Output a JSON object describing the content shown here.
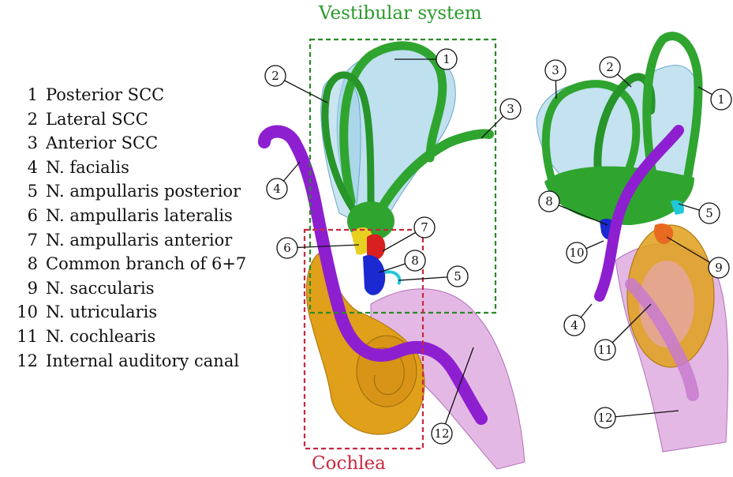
{
  "legend": [
    {
      "num": "1",
      "text": "Posterior SCC"
    },
    {
      "num": "2",
      "text": "Lateral SCC"
    },
    {
      "num": "3",
      "text": "Anterior SCC"
    },
    {
      "num": "4",
      "text": "N. facialis"
    },
    {
      "num": "5",
      "text": "N. ampullaris posterior"
    },
    {
      "num": "6",
      "text": "N. ampullaris lateralis"
    },
    {
      "num": "7",
      "text": "N. ampullaris anterior"
    },
    {
      "num": "8",
      "text": "Common branch of 6+7"
    },
    {
      "num": "9",
      "text": "N. saccularis"
    },
    {
      "num": "10",
      "text": "N. utricularis"
    },
    {
      "num": "11",
      "text": "N. cochlearis"
    },
    {
      "num": "12",
      "text": "Internal auditory canal"
    }
  ],
  "labels": {
    "vestibular_system": "Vestibular system",
    "cochlea": "Cochlea"
  },
  "callouts_left": [
    "1",
    "2",
    "3",
    "4",
    "5",
    "6",
    "7",
    "8",
    "12"
  ],
  "callouts_right": [
    "1",
    "2",
    "3",
    "4",
    "5",
    "8",
    "9",
    "10",
    "11",
    "12"
  ],
  "colors": {
    "vestibular_box": "#2a8a2a",
    "cochlea_box": "#c8283f",
    "scc_green": "#2fa52f",
    "membrane_blue": "#9ccfe6",
    "facial_nerve": "#8e1fd0",
    "cochlea_orange": "#e0a01a",
    "canal_pink": "#d89ad8",
    "nerve_yellow": "#e8d020",
    "nerve_red": "#d82020",
    "nerve_blue": "#1a2ad0",
    "nerve_cyan": "#20c8d8",
    "nerve_orange": "#e86a20"
  }
}
